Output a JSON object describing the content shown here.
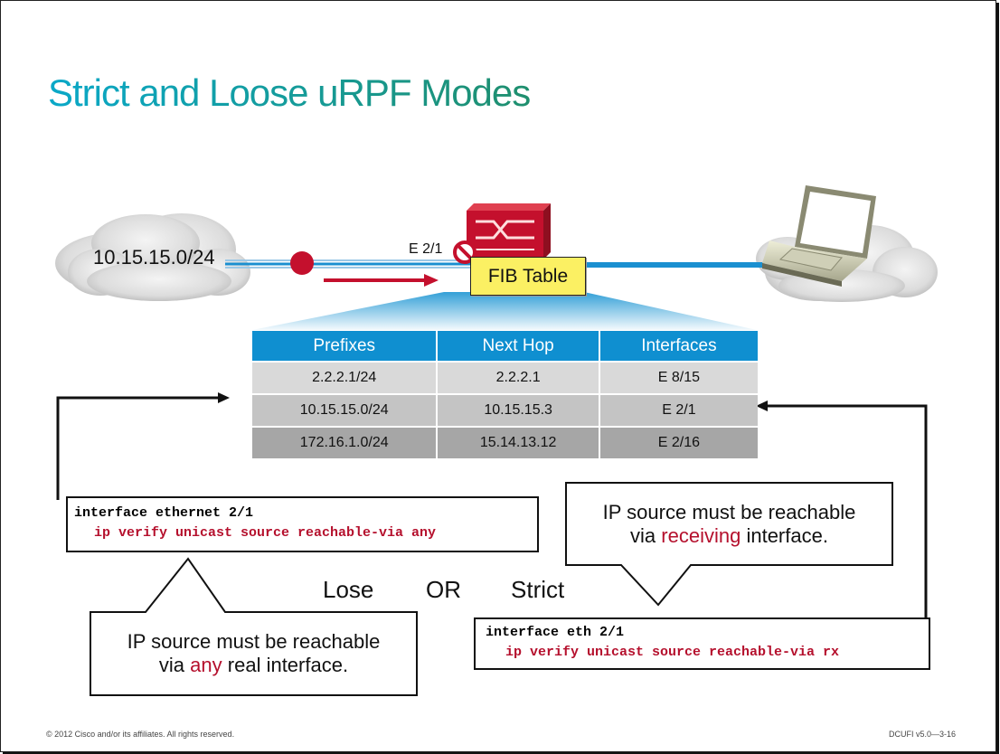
{
  "title": "Strict and Loose uRPF Modes",
  "network_label": "10.15.15.0/24",
  "interface_label": "E 2/1",
  "fib_label": "FIB Table",
  "fib_table": {
    "headers": [
      "Prefixes",
      "Next Hop",
      "Interfaces"
    ],
    "rows": [
      [
        "2.2.2.1/24",
        "2.2.2.1",
        "E 8/15"
      ],
      [
        "10.15.15.0/24",
        "10.15.15.3",
        "E 2/1"
      ],
      [
        "172.16.1.0/24",
        "15.14.13.12",
        "E 2/16"
      ]
    ]
  },
  "loose_config": {
    "line1": "interface ethernet 2/1",
    "line2": "ip verify unicast source reachable-via any"
  },
  "strict_config": {
    "line1": "interface eth 2/1",
    "line2": "ip verify unicast source reachable-via rx"
  },
  "loose_callout": {
    "line1": "IP source must be reachable",
    "pre": "via ",
    "highlight": "any",
    "post": " real interface."
  },
  "strict_callout": {
    "line1": "IP source must be reachable",
    "pre": "via ",
    "highlight": "receiving",
    "post": " interface."
  },
  "modes": {
    "left": "Lose",
    "middle": "OR",
    "right": "Strict"
  },
  "footer": {
    "copyright": "© 2012 Cisco and/or its affiliates. All rights reserved.",
    "code": "DCUFI v5.0—3-16"
  },
  "colors": {
    "accent_red": "#b5102d",
    "table_header": "#0f8fd0",
    "link_blue": "#1a8fd0",
    "fib_yellow": "#fbf063"
  }
}
